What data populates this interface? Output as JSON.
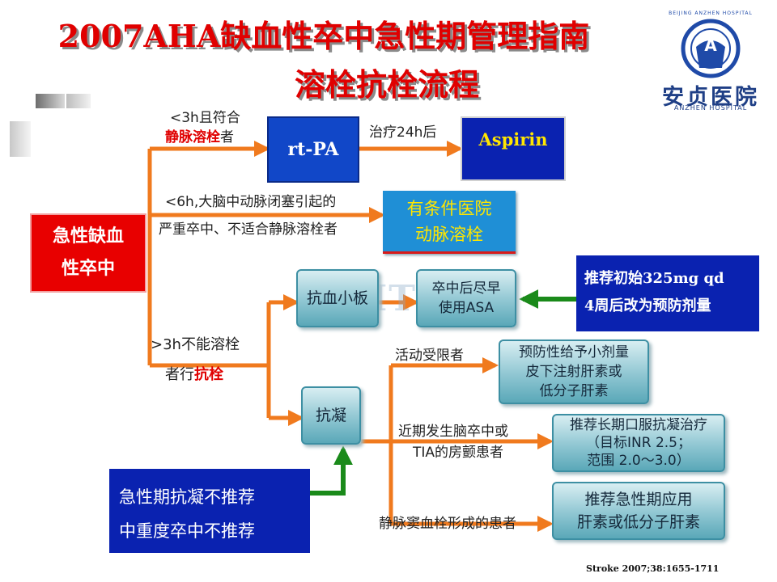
{
  "title": {
    "line1": "2007AHA缺血性卒中急性期管理指南",
    "line2": "溶栓抗栓流程"
  },
  "logo": {
    "cn": "安贞医院",
    "en_top": "BEIJING ANZHEN HOSPITAL",
    "en_bottom": "ANZHEN HOSPITAL",
    "emblem": "A"
  },
  "watermark": "CMIT",
  "start": {
    "line1": "急性缺血",
    "line2": "性卒中"
  },
  "branch1": {
    "pre": "<3h且符合",
    "red": "静脉溶栓",
    "post": "者"
  },
  "branch2": {
    "line1": "<6h,大脑中动脉闭塞引起的",
    "line2": "严重卒中、不适合静脉溶栓者"
  },
  "branch3": {
    "line1": ">3h不能溶栓",
    "pre": "者行",
    "red": "抗栓"
  },
  "rtpa": "rt-PA",
  "after24": "治疗24h后",
  "aspirin": "Aspirin",
  "arterial": {
    "line1": "有条件医院",
    "line2": "动脉溶栓"
  },
  "antiplatelet": "抗血小板",
  "asa": {
    "line1": "卒中后尽早",
    "line2": "使用ASA"
  },
  "dose": {
    "line1": "推荐初始325mg qd",
    "line2": "4周后改为预防剂量"
  },
  "anticoag": "抗凝",
  "sub1": "活动受限者",
  "sub2": {
    "line1": "近期发生脑卒中或",
    "line2": "TIA的房颤患者"
  },
  "sub3": "静脉窦血栓形成的患者",
  "rec1": {
    "line1": "预防性给予小剂量",
    "line2": "皮下注射肝素或",
    "line3": "低分子肝素"
  },
  "rec2": {
    "line1": "推荐长期口服抗凝治疗",
    "line2": "（目标INR 2.5；",
    "line3": "范围 2.0～3.0）"
  },
  "rec3": {
    "line1": "推荐急性期应用",
    "line2": "肝素或低分子肝素"
  },
  "notrec": {
    "line1": "急性期抗凝不推荐",
    "line2": "中重度卒中不推荐"
  },
  "citation": "Stroke 2007;38:1655-1711",
  "colors": {
    "title": "#e00000",
    "arrow": "#f07a1e",
    "green_arrow": "#1a8a1a",
    "start_bg": "#e80000"
  }
}
